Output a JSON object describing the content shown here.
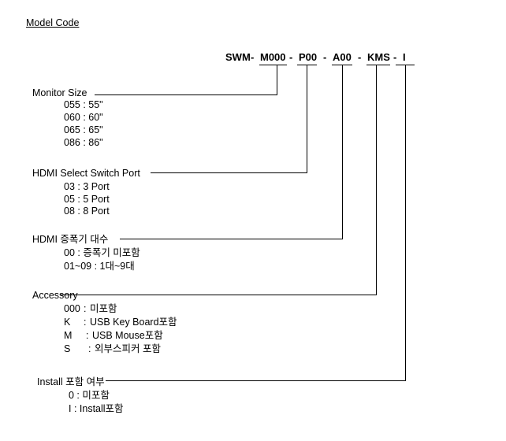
{
  "title": "Model Code",
  "code": {
    "seg1": "SWM",
    "dash1": "-",
    "seg2": "M000",
    "dash2": "-",
    "seg3": "P00",
    "dash3": "-",
    "seg4": "A00",
    "dash4": "-",
    "seg5": "KMS",
    "dash5": "-",
    "seg6": "I"
  },
  "groups": {
    "monitor_size": {
      "heading": "Monitor Size",
      "items": [
        "055 : 55\"",
        "060 : 60\"",
        "065 : 65\"",
        "086 : 86\""
      ]
    },
    "hdmi_switch": {
      "heading": "HDMI Select Switch Port",
      "items": [
        "03 : 3 Port",
        "05 : 5 Port",
        "08 : 8 Port"
      ]
    },
    "hdmi_amp": {
      "heading": "HDMI 증폭기 대수",
      "items": [
        "00 : 증폭기 미포함",
        "01~09 : 1대~9대"
      ]
    },
    "accessory": {
      "heading": "Accessory",
      "items": [
        {
          "code": "000",
          "sep": ":",
          "desc": "미포함"
        },
        {
          "code": "K",
          "sep": ":",
          "desc": "USB Key Board포함"
        },
        {
          "code": "M",
          "sep": ":",
          "desc": "USB Mouse포함"
        },
        {
          "code": "S",
          "sep": ":",
          "desc": "외부스피커 포함"
        }
      ]
    },
    "install": {
      "heading": "Install 포함 여부",
      "items": [
        "0 : 미포함",
        "I : Install포함"
      ]
    }
  }
}
